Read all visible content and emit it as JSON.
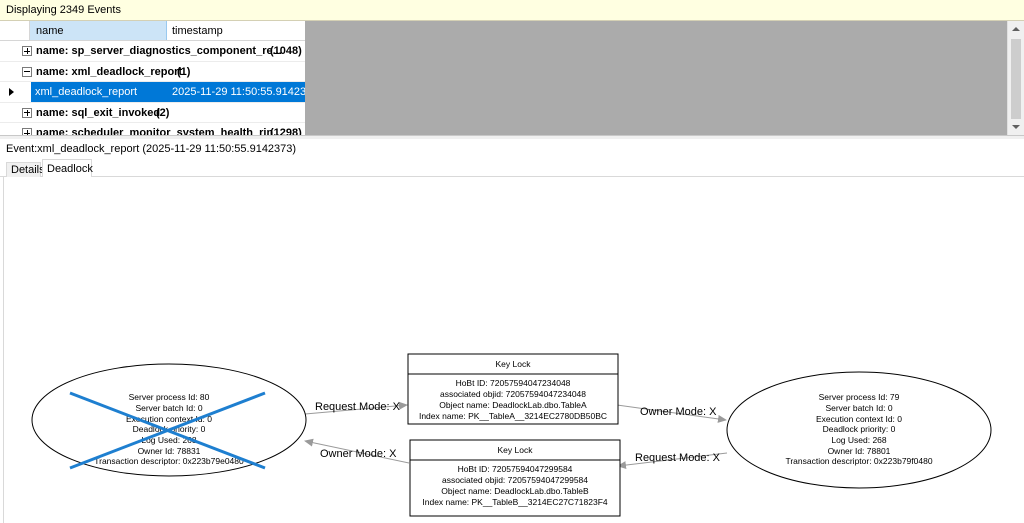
{
  "banner": {
    "text": "Displaying 2349 Events"
  },
  "grid": {
    "columns": [
      "name",
      "timestamp"
    ],
    "rows": [
      {
        "type": "group",
        "expanded": false,
        "label": "name: sp_server_diagnostics_component_re...",
        "count": "(1048)"
      },
      {
        "type": "group",
        "expanded": true,
        "label": "name: xml_deadlock_report",
        "count": "(1)"
      },
      {
        "type": "event",
        "selected": true,
        "name": "xml_deadlock_report",
        "timestamp": "2025-11-29 11:50:55.9142373"
      },
      {
        "type": "group",
        "expanded": false,
        "label": "name: sql_exit_invoked",
        "count": "(2)"
      },
      {
        "type": "group",
        "expanded": false,
        "label": "name: scheduler_monitor_system_health_rin...",
        "count": "(1298)"
      }
    ]
  },
  "event_title": "Event:xml_deadlock_report (2025-11-29 11:50:55.9142373)",
  "tabs": [
    {
      "label": "Details",
      "active": false
    },
    {
      "label": "Deadlock",
      "active": true
    }
  ],
  "deadlock": {
    "victim_process": {
      "lines": [
        "Server process Id: 80",
        "Server batch Id: 0",
        "Execution context Id: 0",
        "Deadlock priority: 0",
        "Log Used: 268",
        "Owner Id: 78831",
        "Transaction descriptor: 0x223b79e0480"
      ],
      "victim": true
    },
    "other_process": {
      "lines": [
        "Server process Id: 79",
        "Server batch Id: 0",
        "Execution context Id: 0",
        "Deadlock priority: 0",
        "Log Used: 268",
        "Owner Id: 78801",
        "Transaction descriptor: 0x223b79f0480"
      ],
      "victim": false
    },
    "lock_a": {
      "title": "Key Lock",
      "lines": [
        "HoBt ID: 72057594047234048",
        "associated objid: 72057594047234048",
        "Object name: DeadlockLab.dbo.TableA",
        "Index name: PK__TableA__3214EC2780DB50BC"
      ]
    },
    "lock_b": {
      "title": "Key Lock",
      "lines": [
        "HoBt ID: 72057594047299584",
        "associated objid: 72057594047299584",
        "Object name: DeadlockLab.dbo.TableB",
        "Index name: PK__TableB__3214EC27C71823F4"
      ]
    },
    "edges": {
      "victim_to_lock_a": "Request Mode: X",
      "lock_a_to_other": "Owner Mode: X",
      "other_to_lock_b": "Request Mode: X",
      "lock_b_to_victim": "Owner Mode: X"
    },
    "colors": {
      "victim_cross": "#1e7fd0",
      "arrow": "#9a9a9a"
    }
  },
  "colors": {
    "selection": "#0078d7",
    "header_highlight": "#cce4f7",
    "banner": "#ffffe1"
  }
}
